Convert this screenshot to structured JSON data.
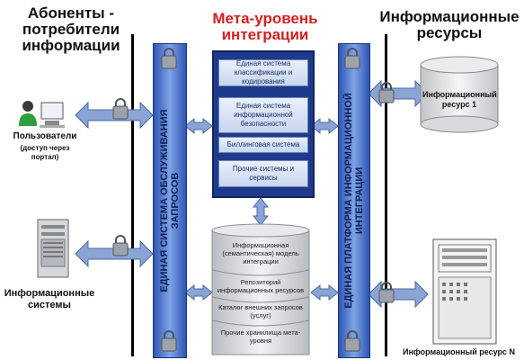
{
  "headers": {
    "left": "Абоненты - потребители информации",
    "center": "Мета-уровень интеграции",
    "right": "Информационные ресурсы"
  },
  "left_bar": "ЕДИНАЯ СИСТЕМА ОБСЛУЖИВАНИЯ ЗАПРОСОВ",
  "right_bar": "ЕДИНАЯ ПЛАТФОРМА ИНФОРМАЦИОННОЙ ИНТЕГРАЦИИ",
  "meta_boxes": [
    "Единая система классификации и кодирования",
    "Единая система информационной безопасности",
    "Биллинговая система",
    "Прочие системы и сервисы"
  ],
  "cylinder_segments": [
    "Информационная (семантическая) модель интеграции",
    "Репозиторий информационных ресурсов",
    "Каталог внешних запросов (услуг)",
    "Прочие хранилища мета-уровня"
  ],
  "users": {
    "title": "Пользователи",
    "note": "(доступ через портал)"
  },
  "systems": {
    "title": "Информационные системы"
  },
  "resource1": "Информационный ресурс 1",
  "resourceN": "Информационный ресурс N",
  "colors": {
    "center_header": "#d42020",
    "blue_box": "#1f3a8a",
    "arrow": "#7b97c6"
  }
}
